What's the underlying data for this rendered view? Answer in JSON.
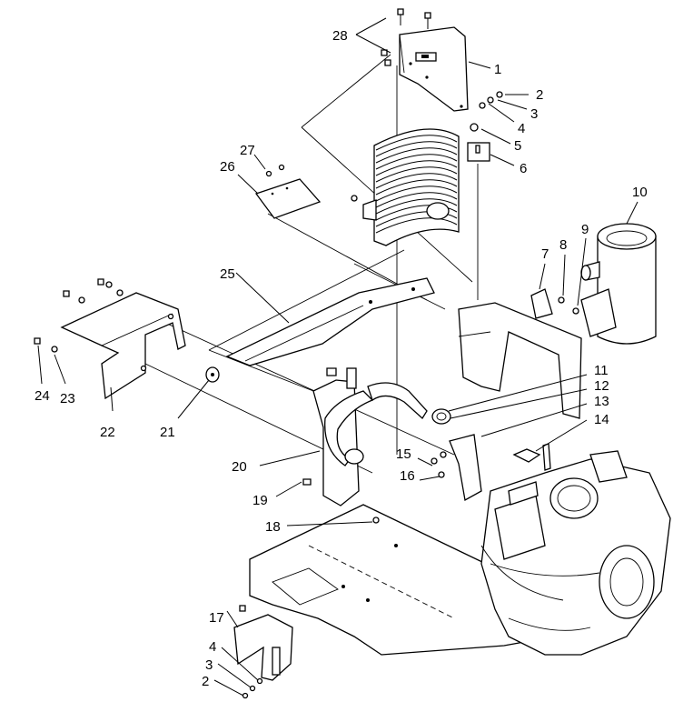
{
  "callouts": [
    {
      "id": "c1",
      "label": "1"
    },
    {
      "id": "c2a",
      "label": "2"
    },
    {
      "id": "c3a",
      "label": "3"
    },
    {
      "id": "c4a",
      "label": "4"
    },
    {
      "id": "c5",
      "label": "5"
    },
    {
      "id": "c6",
      "label": "6"
    },
    {
      "id": "c7",
      "label": "7"
    },
    {
      "id": "c8",
      "label": "8"
    },
    {
      "id": "c9",
      "label": "9"
    },
    {
      "id": "c10",
      "label": "10"
    },
    {
      "id": "c11",
      "label": "11"
    },
    {
      "id": "c12",
      "label": "12"
    },
    {
      "id": "c13",
      "label": "13"
    },
    {
      "id": "c14",
      "label": "14"
    },
    {
      "id": "c15",
      "label": "15"
    },
    {
      "id": "c16",
      "label": "16"
    },
    {
      "id": "c17",
      "label": "17"
    },
    {
      "id": "c18",
      "label": "18"
    },
    {
      "id": "c19",
      "label": "19"
    },
    {
      "id": "c20",
      "label": "20"
    },
    {
      "id": "c21",
      "label": "21"
    },
    {
      "id": "c22",
      "label": "22"
    },
    {
      "id": "c23",
      "label": "23"
    },
    {
      "id": "c24",
      "label": "24"
    },
    {
      "id": "c25",
      "label": "25"
    },
    {
      "id": "c26",
      "label": "26"
    },
    {
      "id": "c27",
      "label": "27"
    },
    {
      "id": "c28",
      "label": "28"
    },
    {
      "id": "c2b",
      "label": "2"
    },
    {
      "id": "c3b",
      "label": "3"
    },
    {
      "id": "c4b",
      "label": "4"
    }
  ]
}
